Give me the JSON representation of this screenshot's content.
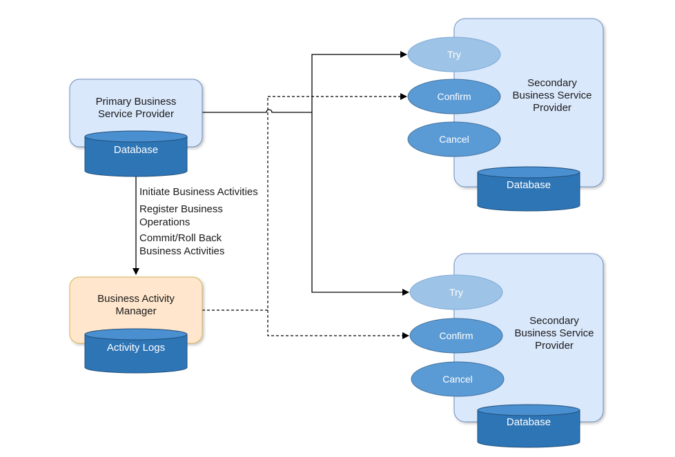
{
  "primary": {
    "title_line1": "Primary Business",
    "title_line2": "Service Provider",
    "db_label": "Database"
  },
  "manager": {
    "title_line1": "Business Activity",
    "title_line2": "Manager",
    "db_label": "Activity Logs"
  },
  "flow_labels": {
    "initiate": "Initiate Business Activities",
    "register_line1": "Register Business",
    "register_line2": "Operations",
    "commit_line1": "Commit/Roll Back",
    "commit_line2": "Business Activities"
  },
  "secondary_top": {
    "title_line1": "Secondary",
    "title_line2": "Business Service",
    "title_line3": "Provider",
    "try": "Try",
    "confirm": "Confirm",
    "cancel": "Cancel",
    "db_label": "Database"
  },
  "secondary_bottom": {
    "title_line1": "Secondary",
    "title_line2": "Business Service",
    "title_line3": "Provider",
    "try": "Try",
    "confirm": "Confirm",
    "cancel": "Cancel",
    "db_label": "Database"
  },
  "colors": {
    "provider_fill": "#dae8fc",
    "provider_stroke": "#6c8ebf",
    "manager_fill": "#ffe6cc",
    "manager_stroke": "#d6b656",
    "db_fill": "#2e75b6",
    "db_top": "#4a8fd0",
    "pill_light": "#9dc3e6",
    "pill_mid": "#5b9bd5"
  }
}
